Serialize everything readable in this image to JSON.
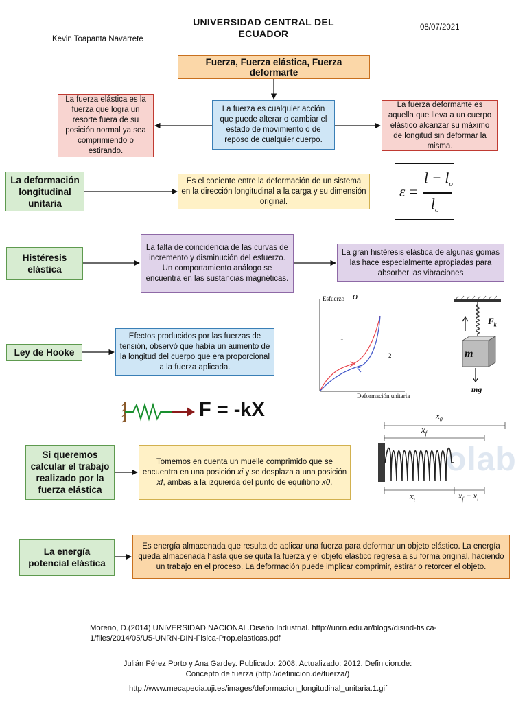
{
  "header": {
    "institution_line1": "UNIVERSIDAD CENTRAL DEL",
    "institution_line2": "ECUADOR",
    "author": "Kevin Toapanta Navarrete",
    "date": "08/07/2021"
  },
  "title_box": "Fuerza, Fuerza elástica, Fuerza deformarte",
  "definitions": {
    "fuerza": "La fuerza es cualquier acción que puede alterar o cambiar el estado de movimiento o de reposo de cualquier cuerpo.",
    "fuerza_elastica": "La fuerza elástica es la fuerza que logra un resorte fuera de su posición normal ya sea comprimiendo o estirando.",
    "fuerza_deformante": "La fuerza deformante es aquella que lleva a un cuerpo elástico alcanzar su máximo de longitud sin deformar la misma."
  },
  "deformacion": {
    "label": "La deformación longitudinal unitaria",
    "text": "Es el cociente entre la deformación de un sistema en la dirección longitudinal a la carga y su dimensión original.",
    "formula": {
      "lhs": "ε =",
      "numerator": "l − l",
      "numerator_sub": "o",
      "denominator": "l",
      "denominator_sub": "o"
    }
  },
  "histeresis": {
    "label": "Histéresis elástica",
    "text1": "La falta de coincidencia de las curvas de incremento y disminución del esfuerzo. Un comportamiento análogo se encuentra en las sustancias magnéticas.",
    "text2": "La gran histéresis elástica de algunas gomas las hace especialmente apropiadas para absorber las vibraciones"
  },
  "hooke": {
    "label": "Ley de Hooke",
    "text": "Efectos producidos por las fuerzas de tensión, observó que había un aumento de la longitud del cuerpo que era proporcional a la fuerza aplicada.",
    "formula": "F = -kX"
  },
  "graph": {
    "ylabel": "Esfuerzo",
    "sigma": "σ",
    "xlabel": "Deformación unitaria",
    "curve1_label": "1",
    "curve2_label": "2"
  },
  "spring_mass": {
    "force_label": "F",
    "force_sub": "k",
    "mass_label": "m",
    "weight_label": "mg"
  },
  "trabajo": {
    "label": "Si queremos calcular el trabajo realizado por la fuerza elástica",
    "text_a": "Tomemos en cuenta un muelle comprimido que se encuentra en una posición ",
    "var_xi": "xi",
    "text_b": " y se desplaza a una posición ",
    "var_xf": "xf",
    "text_c": ", ambas a la izquierda del punto de equilibrio ",
    "var_x0": "x0",
    "text_d": ","
  },
  "compressed_spring": {
    "x0": "x",
    "x0_sub": "0",
    "xf": "x",
    "xf_sub": "f",
    "xi": "x",
    "xi_sub": "i",
    "diff": "x",
    "diff_sub1": "f",
    "diff_mid": " − x",
    "diff_sub2": "i",
    "watermark": "olab"
  },
  "energia": {
    "label": "La energía potencial elástica",
    "text": "Es energía almacenada que resulta de aplicar una fuerza para deformar un objeto elástico. La energía queda almacenada hasta que se quita la fuerza y el objeto elástico regresa a su forma original, haciendo un trabajo en el proceso. La deformación puede implicar comprimir, estirar o retorcer el objeto."
  },
  "references": {
    "ref1": "Moreno, D.(2014) UNIVERSIDAD NACIONAL.Diseño Industrial. http://unrn.edu.ar/blogs/disind-fisica-1/files/2014/05/U5-UNRN-DIN-Fisica-Prop.elasticas.pdf",
    "ref2_line1": "Julián Pérez Porto y Ana Gardey. Publicado: 2008. Actualizado: 2012. Definicion.de:",
    "ref2_line2": "Concepto de fuerza (http://definicion.de/fuerza/)",
    "ref3": "http://www.mecapedia.uji.es/images/deformacion_longitudinal_unitaria.1.gif"
  }
}
